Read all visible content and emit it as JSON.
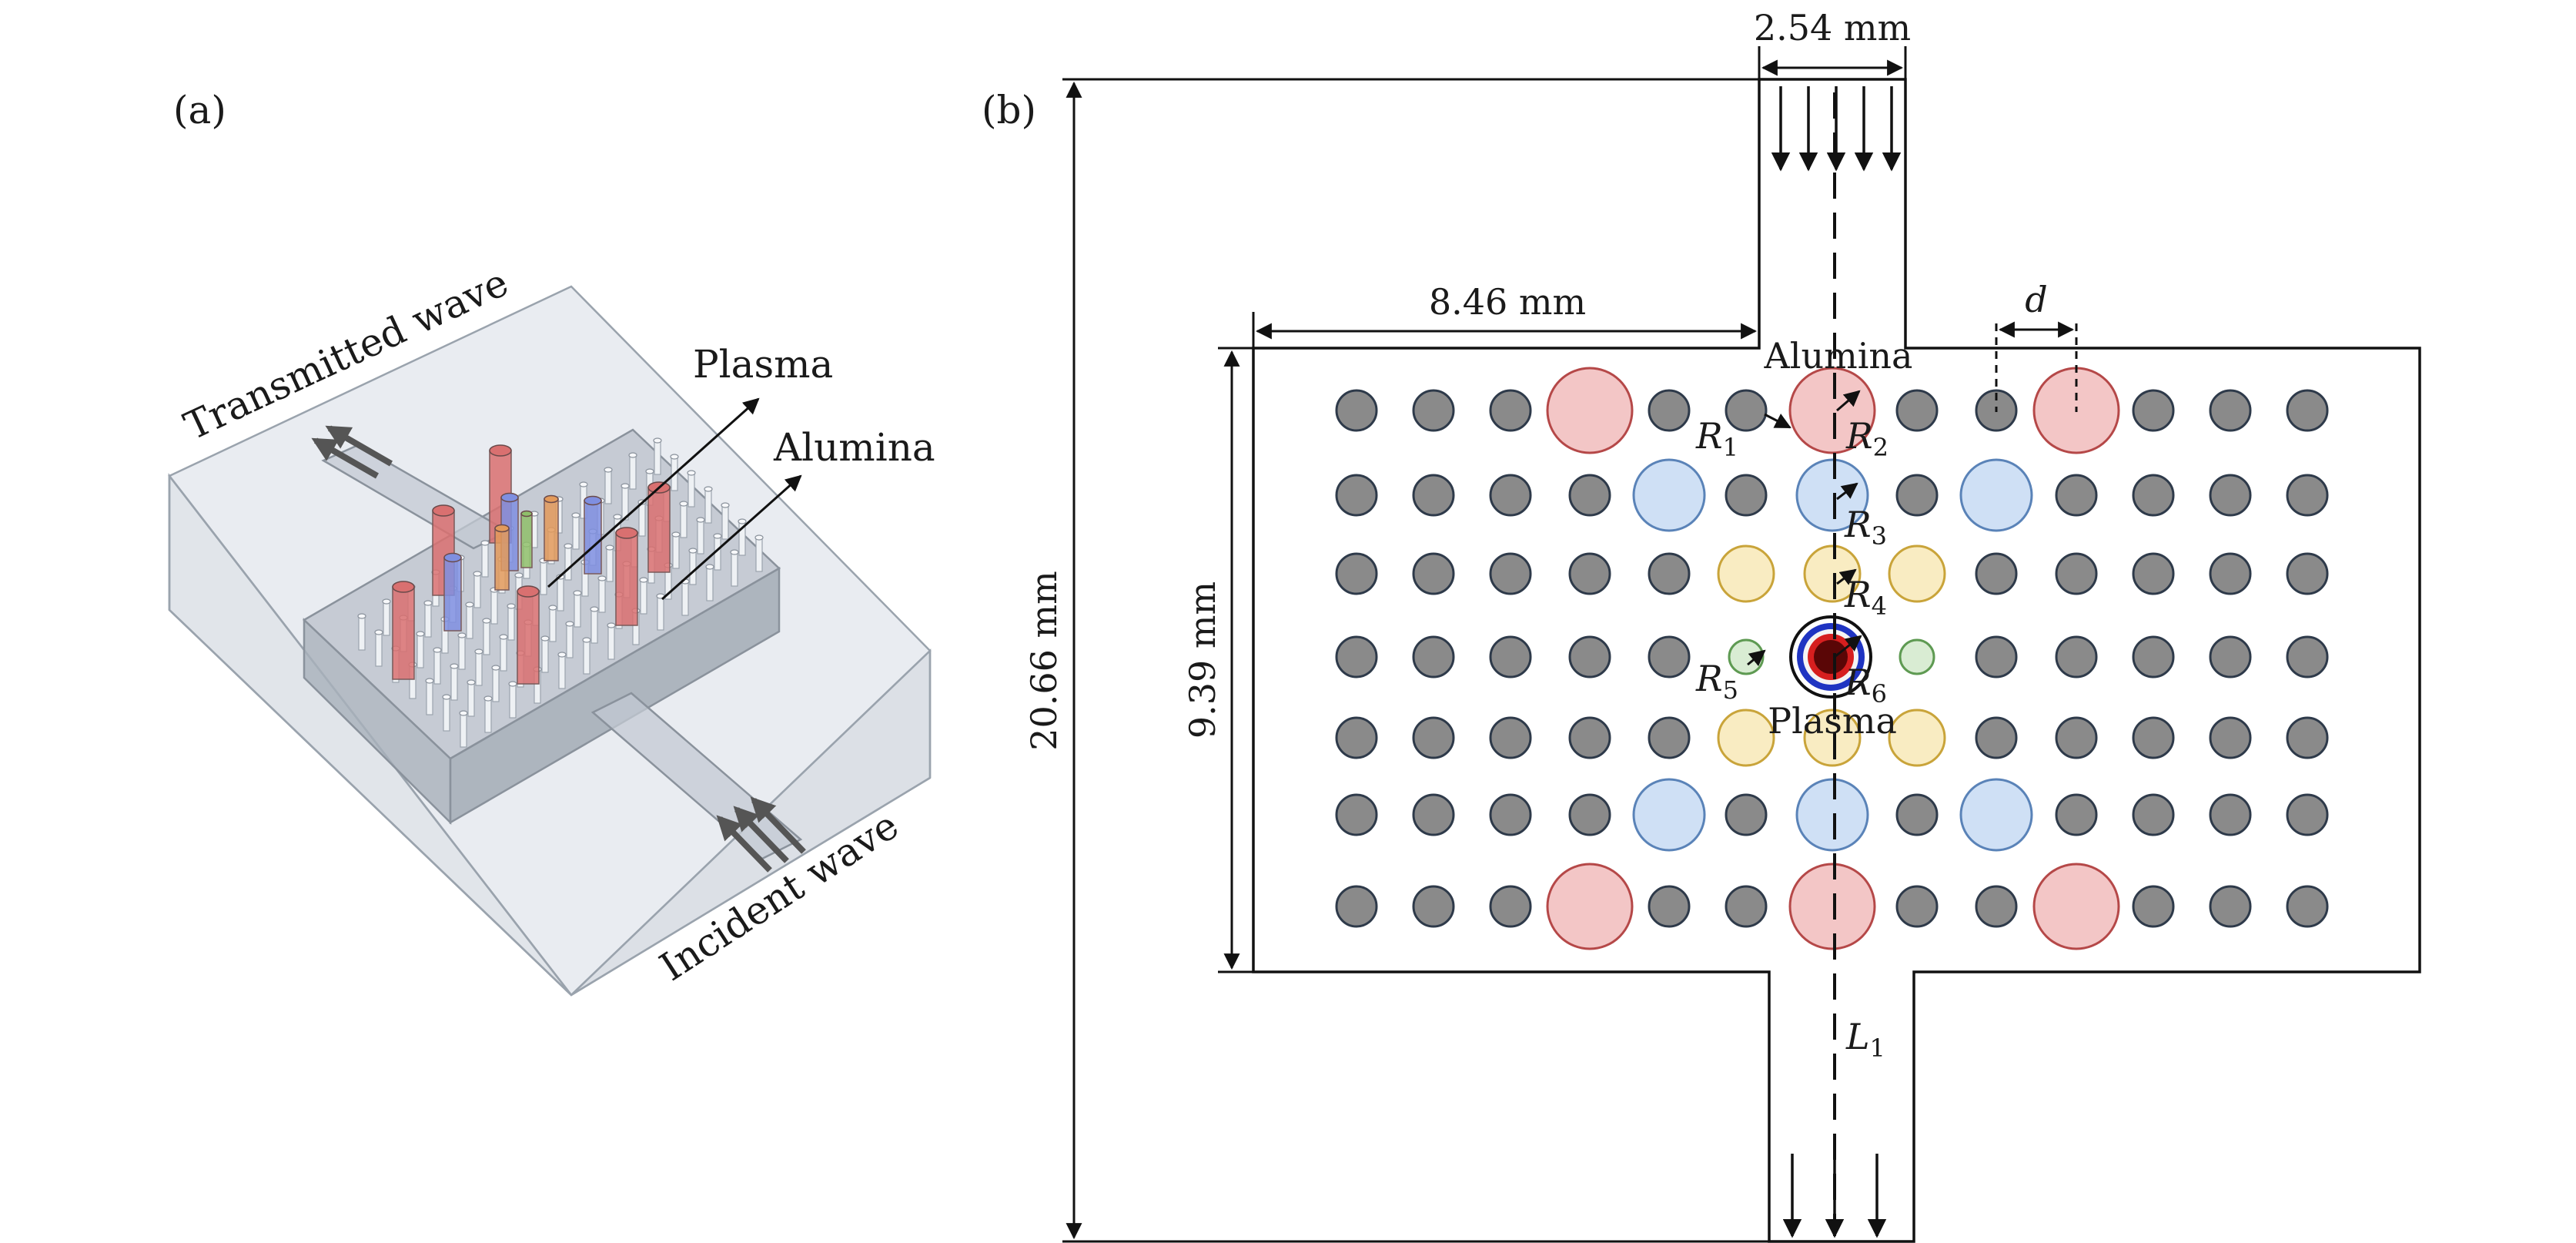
{
  "panel_a": {
    "tag": "(a)",
    "label_transmitted": "Transmitted wave",
    "label_incident": "Incident wave",
    "label_plasma": "Plasma",
    "label_alumina": "Alumina"
  },
  "panel_b": {
    "tag": "(b)",
    "dim_top_width": "2.54 mm",
    "dim_left_width": "8.46 mm",
    "dim_total_height": "20.66 mm",
    "dim_body_height": "9.39 mm",
    "dim_pitch": "d",
    "label_alumina": "Alumina",
    "label_plasma": "Plasma",
    "label_line": "L",
    "label_line_sub": "1",
    "radius_symbol": "R",
    "radius_subs": [
      "1",
      "2",
      "3",
      "4",
      "5",
      "6"
    ]
  },
  "colors": {
    "rod_gray": "#8a8a8a",
    "ring_red": "#f3c6c6",
    "ring_blue": "#cfe0f5",
    "ring_yellow": "#f9ecc2",
    "ring_green": "#d9ecd3",
    "plasma_core": "#7a1212"
  }
}
